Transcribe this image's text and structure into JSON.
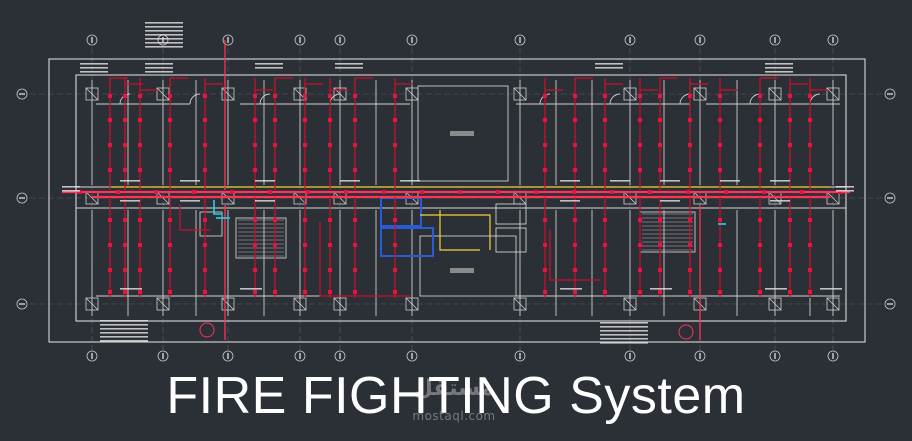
{
  "title": "FIRE FIGHTING System",
  "watermark": {
    "arabic": "مستقل",
    "latin": "mostaql.com"
  },
  "colors": {
    "background": "#2b2f36",
    "walls": "#d9d9d9",
    "pipe_main": "#ff3355",
    "pipe_branch": "#c8102e",
    "yellow": "#f2d23c",
    "blue": "#2a5bd7",
    "cyan": "#22d3ee",
    "text": "#ffffff"
  }
}
